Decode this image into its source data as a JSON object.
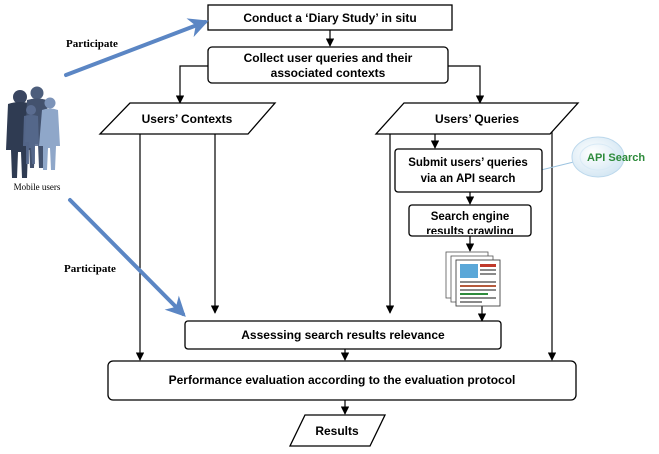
{
  "steps": {
    "diary_study": "Conduct a ‘Diary Study’ in situ",
    "collect_line1": "Collect user queries and their",
    "collect_line2": "associated contexts",
    "users_contexts": "Users’ Contexts",
    "users_queries": "Users’ Queries",
    "submit_line1": "Submit users’ queries",
    "submit_line2": "via an API search",
    "crawl_line1": "Search engine",
    "crawl_line2": "results crawling",
    "assess": "Assessing search results relevance",
    "evaluation": "Performance evaluation according to the evaluation protocol",
    "results": "Results"
  },
  "actors": {
    "mobile_users": "Mobile users",
    "participate_top": "Participate",
    "participate_bottom": "Participate"
  },
  "badge": {
    "label": "API Search",
    "color": "#2e8b3c"
  },
  "colors": {
    "participate_arrow": "#5b86c4",
    "people": "#2f3b52"
  },
  "icons": {
    "people": "mobile-users-icon",
    "documents": "search-results-documents-icon",
    "api": "api-search-icon"
  }
}
